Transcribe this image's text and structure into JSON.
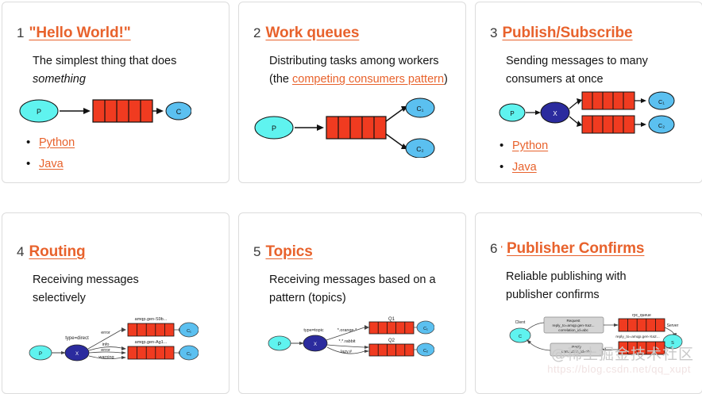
{
  "page": {
    "background": "#ffffff",
    "accent_color": "#e8622c",
    "text_color": "#141414",
    "card_border_color": "#dcdcdc",
    "diagram_colors": {
      "producer": "#5ff3ef",
      "consumer": "#5bc0f0",
      "exchange": "#2b2b9e",
      "queue": "#f03b20",
      "box": "#d4d4d4"
    }
  },
  "watermark": {
    "handle": "@稀土掘金技术社区",
    "url": "https://blog.csdn.net/qq_xupt"
  },
  "cards": [
    {
      "number": "1",
      "mark": "",
      "title": "\"Hello World!\"",
      "desc_prefix": "The simplest thing that does ",
      "desc_italic": "something",
      "desc_suffix": "",
      "links": [
        "Python",
        "Java"
      ],
      "diagram": {
        "type": "hello-world",
        "nodes": [
          "P",
          "C"
        ],
        "queues": 1,
        "cells_per_queue": 5
      }
    },
    {
      "number": "2",
      "mark": "",
      "title": "Work queues",
      "desc_prefix": "Distributing tasks among workers (the ",
      "desc_link": "competing consumers pattern",
      "desc_suffix": ")",
      "links": [],
      "diagram": {
        "type": "work-queues",
        "nodes": [
          "P",
          "C₁",
          "C₂"
        ],
        "queues": 1,
        "cells_per_queue": 5
      }
    },
    {
      "number": "3",
      "mark": "",
      "title": "Publish/Subscribe",
      "desc_prefix": "Sending messages to many consumers at once",
      "links": [
        "Python",
        "Java"
      ],
      "diagram": {
        "type": "pubsub",
        "nodes": [
          "P",
          "X",
          "C₁",
          "C₂"
        ],
        "queues": 2,
        "cells_per_queue": 5
      }
    },
    {
      "number": "4",
      "mark": "",
      "title": "Routing",
      "desc_prefix": "Receiving messages selectively",
      "links": [],
      "diagram": {
        "type": "routing",
        "nodes": [
          "P",
          "X",
          "C₁",
          "C₂"
        ],
        "exchange_label": "type=direct",
        "binding_keys": [
          "error",
          "info",
          "error",
          "warning"
        ],
        "queue_labels": [
          "amqp.gen-S9b...",
          "amqp.gen-Ag1..."
        ],
        "queues": 2,
        "cells_per_queue": 5
      }
    },
    {
      "number": "5",
      "mark": "",
      "title": "Topics",
      "desc_prefix": "Receiving messages based on a pattern (topics)",
      "links": [],
      "diagram": {
        "type": "topics",
        "nodes": [
          "P",
          "X",
          "C₁",
          "C₂"
        ],
        "exchange_label": "type=topic",
        "binding_keys": [
          "*.orange.*",
          "*.*.rabbit",
          "lazy.#"
        ],
        "queue_labels": [
          "Q1",
          "Q2"
        ],
        "queues": 2,
        "cells_per_queue": 5
      }
    },
    {
      "number": "6",
      "mark": "'",
      "title": "Publisher Confirms",
      "desc_prefix": "Reliable publishing with publisher confirms",
      "links": [],
      "diagram": {
        "type": "rpc",
        "nodes": [
          "C",
          "S"
        ],
        "node_labels": [
          "Client",
          "Server"
        ],
        "box_labels": [
          "Request\nreply_to=amqp.gen-Xa2...\ncorrelation_id=abc",
          "Reply\ncorrelation_id=abc"
        ],
        "queue_labels": [
          "rpc_queue",
          "reply_to=amqp.gen-Xa2..."
        ],
        "queues": 2,
        "cells_per_queue": 5
      }
    }
  ]
}
